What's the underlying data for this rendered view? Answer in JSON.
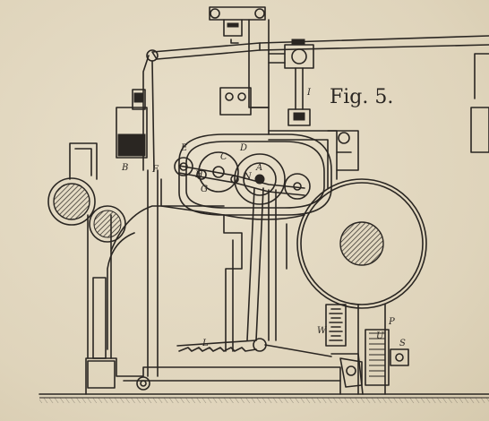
{
  "figure": {
    "title": "Fig. 5.",
    "labels": {
      "A": "A",
      "B": "B",
      "C": "C",
      "D": "D",
      "E": "E",
      "F": "F",
      "G": "G",
      "H": "H",
      "I": "I",
      "L": "L",
      "N": "N",
      "P": "P",
      "S": "S",
      "U": "U",
      "W": "W"
    }
  },
  "colors": {
    "paper": "#e3d9c2",
    "ink": "#2a2622"
  }
}
